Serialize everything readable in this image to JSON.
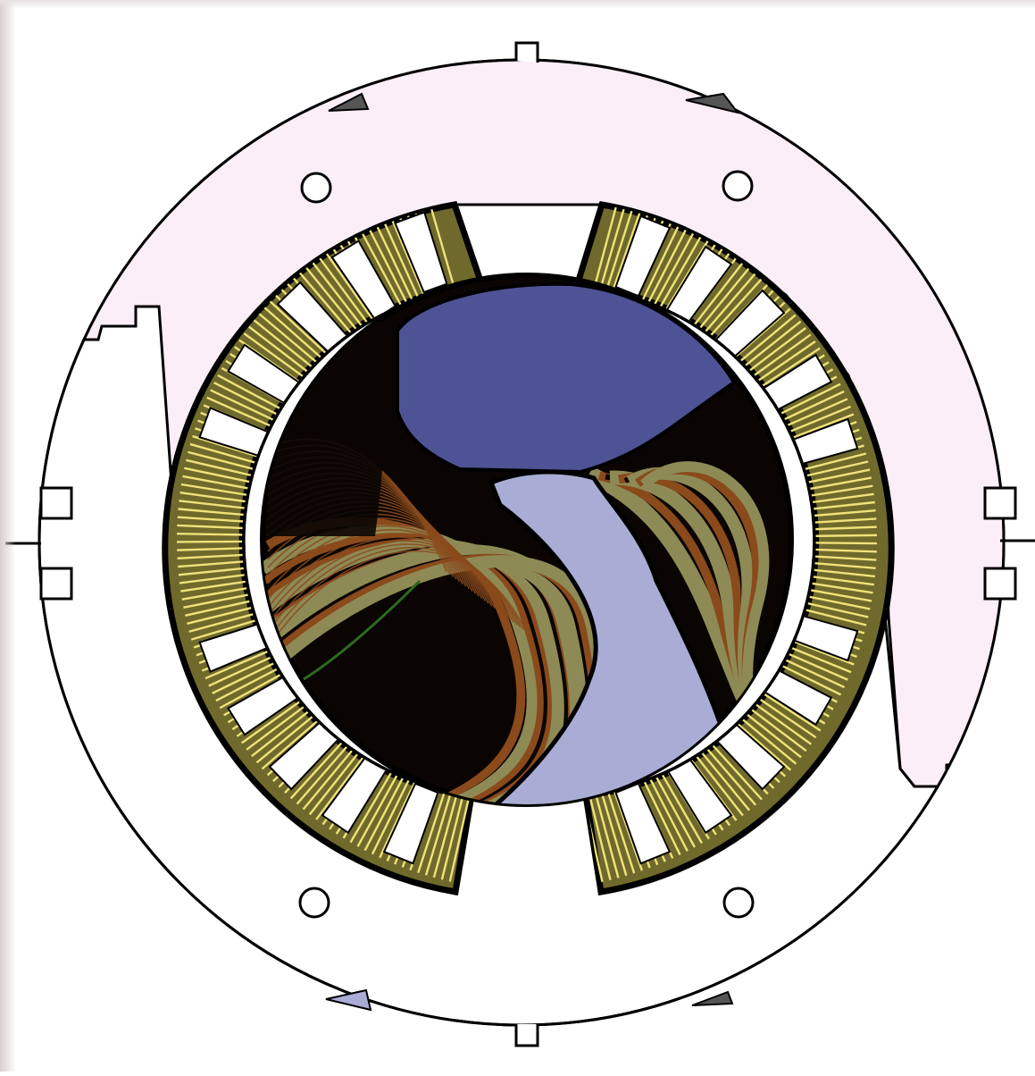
{
  "diagram": {
    "colors": {
      "background": "#ffffff",
      "yoke_fill": "#fbeef7",
      "outline": "#000000",
      "stator_pack": "#6f6a2c",
      "stator_stripe": "#efe27a",
      "cable_ochre": "#8e8a55",
      "cable_rust": "#8a4a1c",
      "cable_dark": "#0a0503",
      "bore_lobe": "#4e5396",
      "bore_channel": "#a9add6",
      "green_trace": "#2e6b1e",
      "tab_fill": "#a9add6"
    },
    "parts": {
      "mounting_holes": 4,
      "side_notches": 4,
      "edge_tabs": 4,
      "alignment_marks": 4,
      "slot_openings_visible": true
    }
  }
}
